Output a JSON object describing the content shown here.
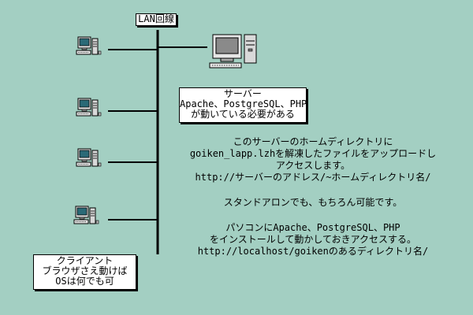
{
  "lan": {
    "label": "LAN回線"
  },
  "server": {
    "title": "サーバー",
    "line1": "Apache、PostgreSQL、PHP",
    "line2": "が動いている必要がある"
  },
  "client": {
    "title": "クライアント",
    "line1": "ブラウザさえ動けば",
    "line2": "OSは何でも可"
  },
  "description": {
    "server_access": [
      "このサーバーのホームディレクトリに",
      "goiken_lapp.lzhを解凍したファイルをアップロードし",
      "アクセスします。",
      "http://サーバーのアドレス/~ホームディレクトリ名/"
    ],
    "standalone": "スタンドアロンでも、もちろん可能です。",
    "pc_access": [
      "パソコンにApache、PostgreSQL、PHP",
      "をインストールして動かしておきアクセスする。",
      "http://localhost/goikenのあるディレクトリ名/"
    ]
  },
  "icons": {
    "server": "server-computer-icon",
    "client": "client-computer-icon"
  },
  "colors": {
    "background": "#a3cfc2",
    "box": "#ffffff",
    "line": "#000000"
  }
}
